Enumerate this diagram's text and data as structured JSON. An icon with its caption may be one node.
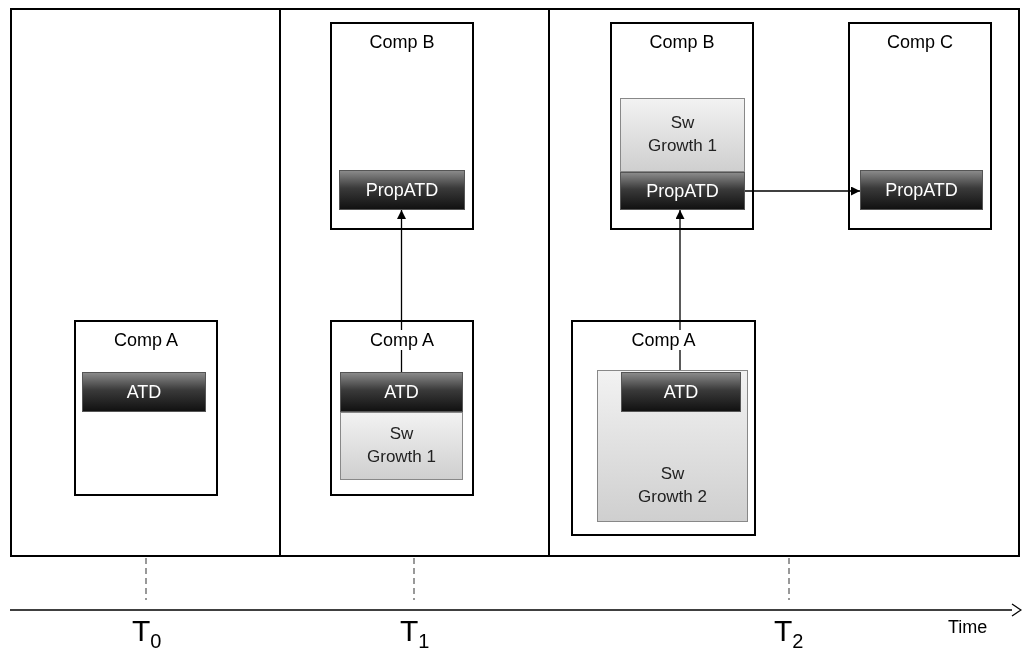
{
  "diagram": {
    "nodes": [
      {
        "text": [],
        "shape": "box"
      },
      {
        "text": [
          "Comp A"
        ],
        "in": 0
      },
      {
        "text": [
          "ATD"
        ],
        "in": 1
      },
      {
        "text": [],
        "shape": "box"
      },
      {
        "text": [
          "Comp B"
        ],
        "in": 3
      },
      {
        "text": [
          "PropATD"
        ],
        "in": 4
      },
      {
        "text": [
          "Comp A"
        ],
        "in": 3
      },
      {
        "text": [
          "ATD"
        ],
        "in": 6
      },
      {
        "text": [
          "Sw Growth 1"
        ],
        "in": 6
      },
      {
        "text": [],
        "shape": "box"
      },
      {
        "text": [
          "Comp B"
        ],
        "in": 9
      },
      {
        "text": [
          "Sw Growth 1"
        ],
        "in": 10
      },
      {
        "text": [
          "PropATD"
        ],
        "in": 10
      },
      {
        "text": [
          "Comp C"
        ],
        "in": 9
      },
      {
        "text": [
          "PropATD"
        ],
        "in": 13
      },
      {
        "text": [
          "Comp A"
        ],
        "in": 9
      },
      {
        "text": [
          "Sw Growth 2"
        ],
        "in": 15
      },
      {
        "text": [
          "ATD"
        ],
        "in": 16
      }
    ],
    "edges": [
      {
        "from": 7,
        "to": 5,
        "arrow": "to"
      },
      {
        "from": 17,
        "to": 12,
        "arrow": "to"
      },
      {
        "from": 12,
        "to": 14,
        "arrow": "to"
      }
    ],
    "labels": [
      "T$_{0}$",
      "T$_{1}$",
      "T$_{2}$",
      "Time"
    ]
  }
}
